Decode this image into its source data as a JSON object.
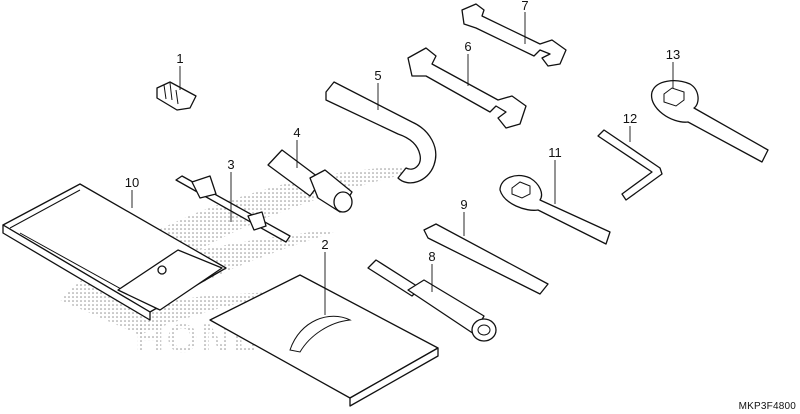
{
  "diagram": {
    "code": "MKP3F4800",
    "watermark": "HONDA",
    "callouts": [
      {
        "id": "c1",
        "label": "1"
      },
      {
        "id": "c2",
        "label": "2"
      },
      {
        "id": "c3",
        "label": "3"
      },
      {
        "id": "c4",
        "label": "4"
      },
      {
        "id": "c5",
        "label": "5"
      },
      {
        "id": "c6",
        "label": "6"
      },
      {
        "id": "c7",
        "label": "7"
      },
      {
        "id": "c8",
        "label": "8"
      },
      {
        "id": "c9",
        "label": "9"
      },
      {
        "id": "c10",
        "label": "10"
      },
      {
        "id": "c11",
        "label": "11"
      },
      {
        "id": "c12",
        "label": "12"
      },
      {
        "id": "c13",
        "label": "13"
      }
    ]
  }
}
